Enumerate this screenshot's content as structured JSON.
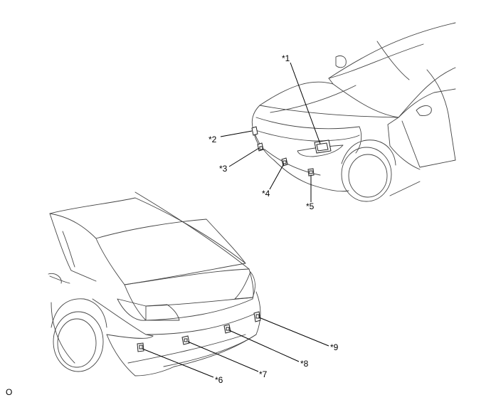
{
  "callouts": [
    {
      "id": "1",
      "label": "*1"
    },
    {
      "id": "2",
      "label": "*2"
    },
    {
      "id": "3",
      "label": "*3"
    },
    {
      "id": "4",
      "label": "*4"
    },
    {
      "id": "5",
      "label": "*5"
    },
    {
      "id": "6",
      "label": "*6"
    },
    {
      "id": "7",
      "label": "*7"
    },
    {
      "id": "8",
      "label": "*8"
    },
    {
      "id": "9",
      "label": "*9"
    }
  ],
  "footer_code": "O"
}
